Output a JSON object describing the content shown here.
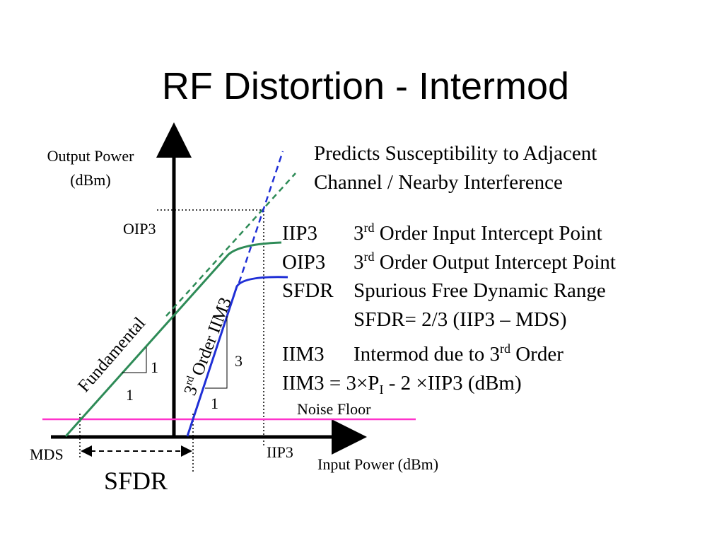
{
  "slide": {
    "title": "RF Distortion - Intermod"
  },
  "axes": {
    "y_label_line1": "Output Power",
    "y_label_line2": "(dBm)",
    "x_label": "Input Power (dBm)",
    "oip3_tick": "OIP3",
    "iip3_tick": "IIP3",
    "mds_tick": "MDS",
    "sfdr_label": "SFDR"
  },
  "curves": {
    "fundamental_label": "Fundamental",
    "third_order_sup": "rd",
    "third_order_num": "3",
    "third_order_rest": "Order IIM3",
    "noise_floor_label": "Noise Floor",
    "fund_slope_rise": "1",
    "fund_slope_run": "1",
    "im3_slope_rise": "3",
    "im3_slope_run": "1"
  },
  "notes": {
    "line1": "Predicts Susceptibility to Adjacent",
    "line2": "Channel / Nearby Interference",
    "definitions": [
      {
        "term": "IIP3",
        "pre": "3",
        "sup": "rd",
        "post": " Order Input Intercept Point"
      },
      {
        "term": "OIP3",
        "pre": "3",
        "sup": "rd",
        "post": " Order Output Intercept Point"
      },
      {
        "term": "SFDR",
        "pre": "",
        "sup": "",
        "post": "Spurious Free Dynamic Range"
      },
      {
        "term": "",
        "pre": "",
        "sup": "",
        "post": "SFDR= 2/3 (IIP3 – MDS)"
      }
    ],
    "iim3_term": "IIM3",
    "iim3_pre": "Intermod due to 3",
    "iim3_sup": "rd",
    "iim3_post": " Order",
    "formula_pre": "IIM3 = 3×P",
    "formula_sub": "I",
    "formula_post": " - 2 ×IIP3 (dBm)"
  },
  "colors": {
    "fundamental": "#2e8b57",
    "im3": "#1f2fd6",
    "noise_floor": "#ff33cc",
    "axis": "#000000"
  }
}
